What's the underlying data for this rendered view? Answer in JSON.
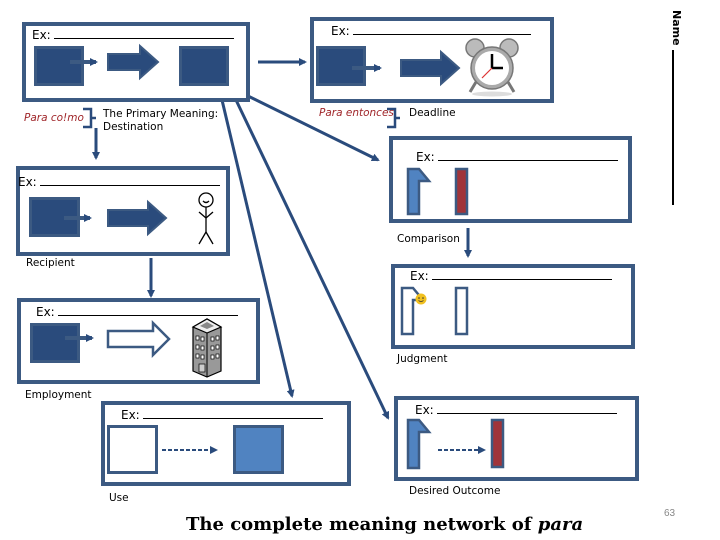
{
  "header": {
    "name_label": "Name",
    "page_number": "63"
  },
  "title": {
    "main": "The complete meaning network of ",
    "italic": "para"
  },
  "ex_label": "Ex:",
  "boxes": {
    "destination": {
      "ex": "Ex:",
      "caption_red": "Para co!mo",
      "caption": "The Primary Meaning:",
      "caption2": "Destination"
    },
    "deadline": {
      "ex": "Ex:",
      "caption_red": "Para entonces",
      "caption": "Deadline"
    },
    "recipient": {
      "ex": "Ex:",
      "caption": "Recipient"
    },
    "comparison": {
      "ex": "Ex:",
      "caption": "Comparison"
    },
    "judgment": {
      "ex": "Ex:",
      "caption": "Judgment"
    },
    "employment": {
      "ex": "Ex:",
      "caption": "Employment"
    },
    "use": {
      "ex": "Ex:",
      "caption": "Use"
    },
    "desired_outcome": {
      "ex": "Ex:",
      "caption": "Desired Outcome"
    }
  },
  "icons": {
    "clock": "alarm-clock-icon",
    "person": "stick-figure-icon",
    "building": "office-building-icon",
    "smiley": "smiley-face-icon"
  },
  "colors": {
    "border": "#3c5a82",
    "dark_fill": "#2a4b7c",
    "light_fill": "#5083c1",
    "red_bar": "#a0343a",
    "red_text": "#a0262a"
  }
}
